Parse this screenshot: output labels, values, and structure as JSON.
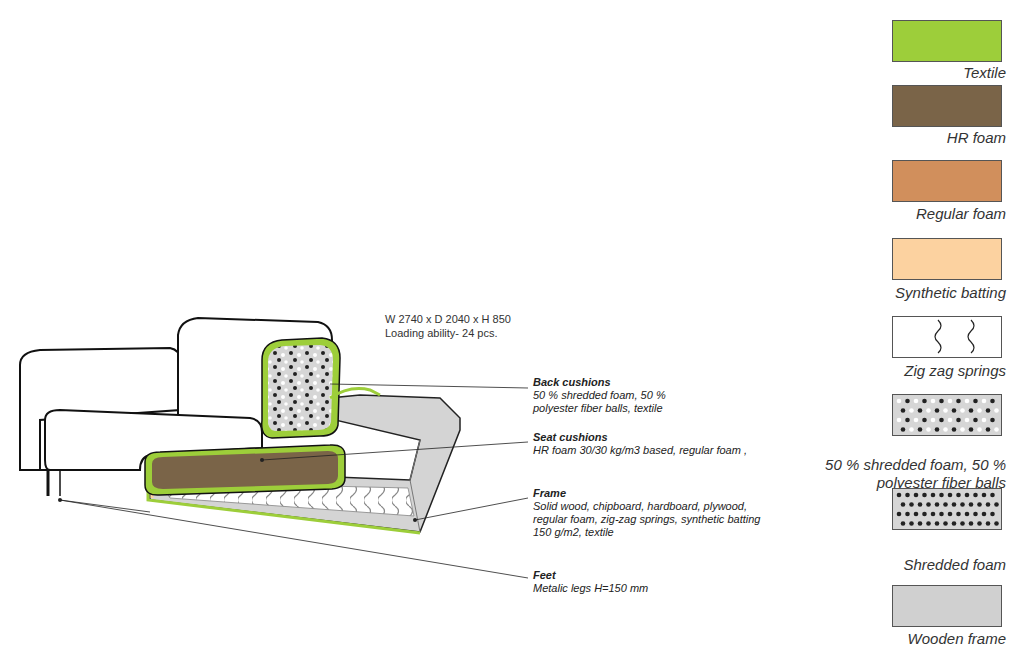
{
  "diagram": {
    "labels": [
      "W 2740 x D 2040 x H 850",
      "Loading ability- 24 pcs.",
      "Back cushions",
      "50 % shredded foam, 50 % polyester fiber balls, textile",
      "Seat cushions",
      "HR foam 30/30 kg/m3 based, regular foam ,",
      "Frame",
      "Solid wood, chipboard, hardboard, plywood, regular foam, zig-zag springs, synthetic batting 150 g/m2, textile",
      "Feet",
      "Metalic legs H=150 mm"
    ],
    "legend": [
      {
        "text": "Textile",
        "color": "#9dce3a"
      },
      {
        "text": "HR foam",
        "color": "#7a6448"
      },
      {
        "text": "Regular foam",
        "color": "#d18f5c"
      },
      {
        "text": "Synthetic batting",
        "color": "#fcd2a0"
      },
      {
        "text": "Zig zag springs"
      },
      {
        "text": "50 % shredded foam, 50 % polyester fiber balls"
      },
      {
        "text": "Shredded foam"
      },
      {
        "text": "Wooden frame",
        "color": "#d0d0d0"
      }
    ]
  }
}
